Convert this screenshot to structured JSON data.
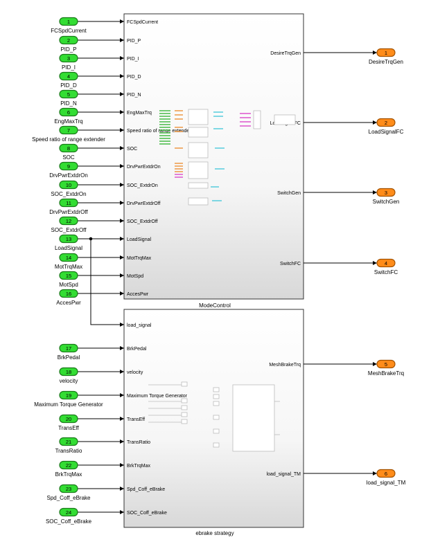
{
  "inports": [
    {
      "num": "1",
      "label": "FCSpdCurrent"
    },
    {
      "num": "2",
      "label": "PID_P"
    },
    {
      "num": "3",
      "label": "PID_I"
    },
    {
      "num": "4",
      "label": "PID_D"
    },
    {
      "num": "5",
      "label": "PID_N"
    },
    {
      "num": "6",
      "label": "EngMaxTrq"
    },
    {
      "num": "7",
      "label": "Speed ratio of range extender"
    },
    {
      "num": "8",
      "label": "SOC"
    },
    {
      "num": "9",
      "label": "DrvPwrExtdrOn"
    },
    {
      "num": "10",
      "label": "SOC_ExtdrOn"
    },
    {
      "num": "11",
      "label": "DrvPwrExtdrOff"
    },
    {
      "num": "12",
      "label": "SOC_ExtdrOff"
    },
    {
      "num": "13",
      "label": "LoadSignal"
    },
    {
      "num": "14",
      "label": "MotTrqMax"
    },
    {
      "num": "15",
      "label": "MotSpd"
    },
    {
      "num": "16",
      "label": "AccesPwr"
    },
    {
      "num": "17",
      "label": "BrkPedal"
    },
    {
      "num": "18",
      "label": "velocity"
    },
    {
      "num": "19",
      "label": "Maximum Torque Generator"
    },
    {
      "num": "20",
      "label": "TransEff"
    },
    {
      "num": "21",
      "label": "TransRatio"
    },
    {
      "num": "22",
      "label": "BrkTrqMax"
    },
    {
      "num": "23",
      "label": "Spd_Coff_eBrake"
    },
    {
      "num": "24",
      "label": "SOC_Coff_eBrake"
    }
  ],
  "outports": [
    {
      "num": "1",
      "label": "DesireTrqGen"
    },
    {
      "num": "2",
      "label": "LoadSignalFC"
    },
    {
      "num": "3",
      "label": "SwitchGen"
    },
    {
      "num": "4",
      "label": "SwitchFC"
    },
    {
      "num": "5",
      "label": "MeshBrakeTrq"
    },
    {
      "num": "6",
      "label": "load_signal_TM"
    }
  ],
  "blocks": [
    {
      "name": "ModeControl",
      "inputs": [
        "FCSpdCurrent",
        "PID_P",
        "PID_I",
        "PID_D",
        "PID_N",
        "EngMaxTrq",
        "Speed ratio of range extender",
        "SOC",
        "DrvPwrExtdrOn",
        "SOC_ExtdrOn",
        "DrvPwrExtdrOff",
        "SOC_ExtdrOff",
        "LoadSignal",
        "MotTrqMax",
        "MotSpd",
        "AccesPwr"
      ],
      "outputs": [
        "DesireTrqGen",
        "LoadSignalFC",
        "SwitchGen",
        "SwitchFC"
      ]
    },
    {
      "name": "ebrake strategy",
      "inputs": [
        "load_signal",
        "BrkPedal",
        "velocity",
        "Maximum Torque Generator",
        "TransEff",
        "TransRatio",
        "BrkTrqMax",
        "Spd_Coff_eBrake",
        "SOC_Coff_eBrake"
      ],
      "outputs": [
        "MeshBrakeTrq",
        "load_signal_TM"
      ]
    }
  ],
  "colors": {
    "inport_fill": "#33dd33",
    "inport_stroke": "#1a7a1a",
    "outport_fill": "#ff8c1a",
    "outport_stroke": "#a35200",
    "block_stroke": "#333333",
    "line": "#000000"
  }
}
